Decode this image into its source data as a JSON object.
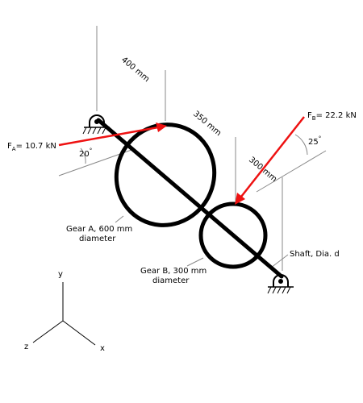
{
  "dimensions": {
    "d1": "400 mm",
    "d2": "350 mm",
    "d3": "300 mm"
  },
  "forces": {
    "fa": {
      "symbol": "F",
      "subscript": "A",
      "value": "= 10.7 kN",
      "angle": "20",
      "degree": "°"
    },
    "fb": {
      "symbol": "F",
      "subscript": "B",
      "value": "= 22.2 kN",
      "angle": "25",
      "degree": "°"
    }
  },
  "gears": {
    "a_line1": "Gear A, 600 mm",
    "a_line2": "diameter",
    "b_line1": "Gear B, 300 mm",
    "b_line2": "diameter"
  },
  "shaft": {
    "label": "Shaft, Dia. d"
  },
  "axes": {
    "x": "x",
    "y": "y",
    "z": "z"
  },
  "colors": {
    "force": "#ee1111",
    "line": "#000000",
    "thin": "#888888"
  }
}
